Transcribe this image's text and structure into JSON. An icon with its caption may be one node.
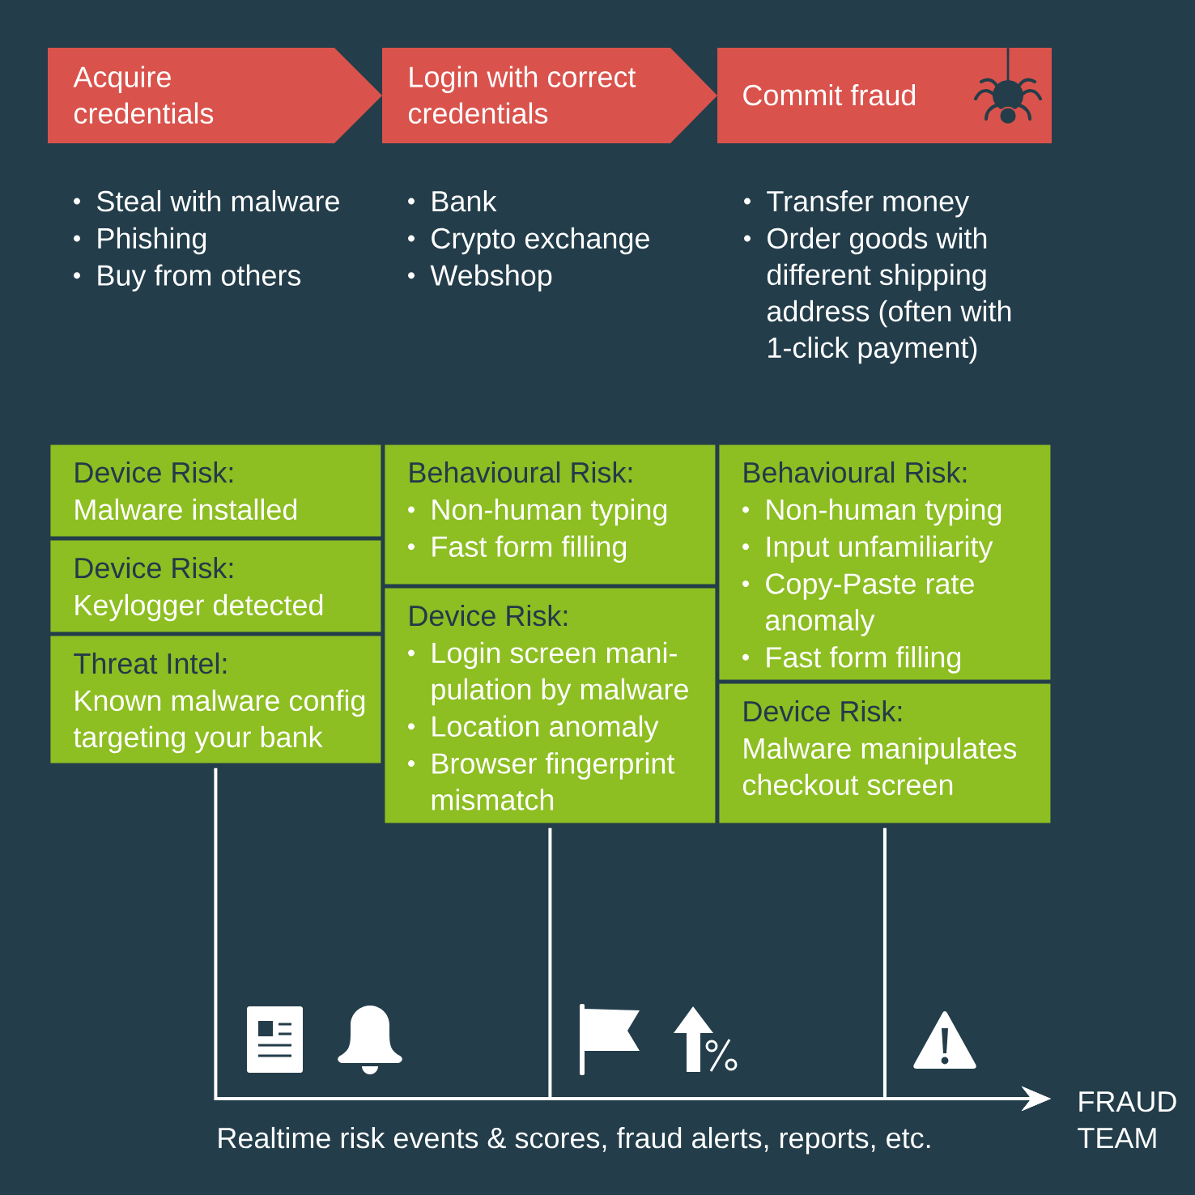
{
  "diagram": {
    "nodes": [
      {
        "text": [
          "Acquire credentials"
        ],
        "beside": [
          "Steal with malware",
          "Phishing",
          "Buy from others"
        ]
      },
      {
        "text": [
          "Login with correct credentials"
        ],
        "beside": [
          "Bank",
          "Crypto exchange",
          "Webshop"
        ]
      },
      {
        "text": [
          "Commit fraud"
        ],
        "beside": [
          "Transfer money",
          "Order goods with different shipping address (often with 1-click payment)"
        ]
      },
      {
        "text": [
          "Device Risk:",
          "Malware installed"
        ]
      },
      {
        "text": [
          "Device Risk:",
          "Keylogger detected"
        ]
      },
      {
        "text": [
          "Threat Intel:",
          "Known malware config targeting your bank"
        ]
      },
      {
        "text": [
          "Behavioural Risk:",
          "Non-human typing",
          "Fast form filling"
        ]
      },
      {
        "text": [
          "Device Risk:",
          "Login screen mani- pulation by malware",
          "Location anomaly",
          "Browser fingerprint mismatch"
        ]
      },
      {
        "text": [
          "Behavioural Risk:",
          "Non-human typing",
          "Input unfamiliarity",
          "Copy-Paste rate anomaly",
          "Fast form filling"
        ]
      },
      {
        "text": [
          "Device Risk:",
          "Malware manipulates checkout screen"
        ]
      },
      {
        "text": [
          "FRAUD TEAM"
        ]
      }
    ],
    "edges": [
      {
        "from": 5,
        "to": 10,
        "arrow": "to"
      },
      {
        "from": 7,
        "to": 10,
        "arrow": "to"
      },
      {
        "from": 9,
        "to": 10,
        "arrow": "to"
      }
    ],
    "labels": [
      "Realtime risk events & scores, fraud alerts, reports, etc."
    ]
  }
}
